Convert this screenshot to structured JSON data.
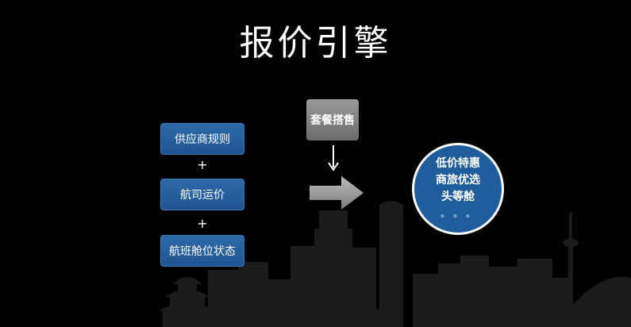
{
  "title": "报价引擎",
  "inputs": [
    {
      "label": "供应商规则"
    },
    {
      "label": "航司运价"
    },
    {
      "label": "航班舱位状态"
    }
  ],
  "plus_sign": "+",
  "package": {
    "label": "套餐搭售"
  },
  "output": {
    "lines": [
      "低价特惠",
      "商旅优选",
      "头等舱"
    ],
    "ellipsis": "。。。"
  },
  "colors": {
    "background": "#000000",
    "box_blue": "#2560a0",
    "box_gray": "#808080",
    "circle_blue": "#1f5d9c",
    "skyline": "#1c1c1c"
  }
}
